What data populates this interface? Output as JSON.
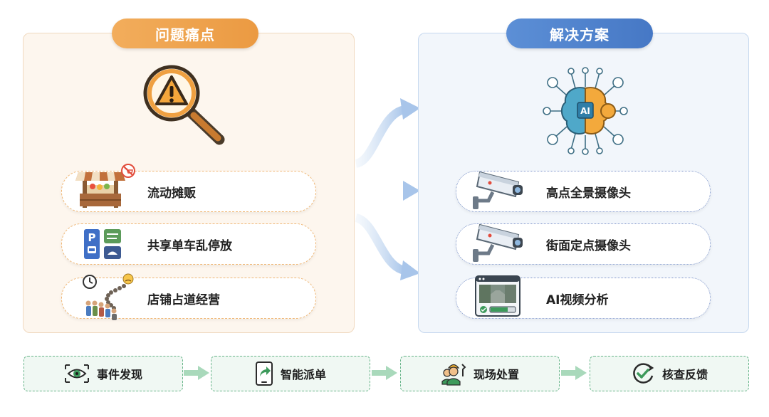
{
  "problems": {
    "title": "问题痛点",
    "items": [
      {
        "label": "流动摊贩",
        "icon": "market-stall-icon"
      },
      {
        "label": "共享单车乱停放",
        "icon": "parking-sign-icon"
      },
      {
        "label": "店铺占道经营",
        "icon": "queue-people-icon"
      }
    ],
    "header_icon": "warning-magnifier-icon"
  },
  "solutions": {
    "title": "解决方案",
    "items": [
      {
        "label": "高点全景摄像头",
        "icon": "surveillance-camera-icon"
      },
      {
        "label": "街面定点摄像头",
        "icon": "surveillance-camera-icon"
      },
      {
        "label": "AI视频分析",
        "icon": "video-analysis-icon"
      }
    ],
    "header_icon": "ai-brain-icon",
    "ai_badge": "AI"
  },
  "workflow": {
    "steps": [
      {
        "label": "事件发现",
        "icon": "eye-icon"
      },
      {
        "label": "智能派单",
        "icon": "phone-share-icon"
      },
      {
        "label": "现场处置",
        "icon": "worker-icon"
      },
      {
        "label": "核查反馈",
        "icon": "check-circle-icon"
      }
    ]
  },
  "colors": {
    "problem_accent": "#eb9a42",
    "solution_accent": "#4678c5",
    "workflow_accent": "#66b488"
  }
}
